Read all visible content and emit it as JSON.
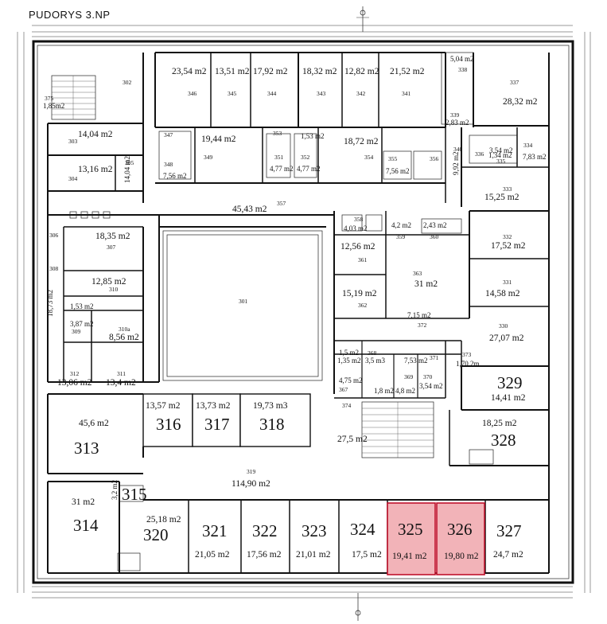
{
  "header": {
    "title": "PUDORYS 3.NP"
  },
  "colors": {
    "highlight_fill": "#f2b3b8",
    "highlight_stroke": "#c0122c",
    "line": "#111111"
  },
  "rooms": {
    "r346_area": "23,54 m2",
    "r346": "346",
    "r345_area": "13,51 m2",
    "r345": "345",
    "r344_area": "17,92 m2",
    "r344": "344",
    "r343_area": "18,32 m2",
    "r343": "343",
    "r342_area": "12,82 m2",
    "r342": "342",
    "r341_area": "21,52 m2",
    "r341": "341",
    "r337_area": "28,32 m2",
    "r337": "337",
    "r338_area": "5,04 m2",
    "r338": "338",
    "r339_area": "2,83 m2",
    "r339": "339",
    "r302": "302",
    "r375": "375",
    "r375_area": "1,85m2",
    "r303": "303",
    "r303_area": "14,04 m2",
    "r304": "304",
    "r304_area": "13,16 m2",
    "r305": "305",
    "r305_area": "14,04 m2",
    "r349": "349",
    "r349_area": "19,44 m2",
    "r347": "347",
    "r348": "348",
    "r348_area": "7,56 m2",
    "r351": "351",
    "r351_area": "4,77 m2",
    "r352": "352",
    "r352_area": "4,77 m2",
    "r353": "353",
    "r353_area": "1,53 m2",
    "r354": "354",
    "r354_area": "18,72 m2",
    "r355": "355",
    "r355_area": "7,56 m2",
    "r356": "356",
    "r340": "340",
    "r340_area": "9,92 m2",
    "r334": "334",
    "r334_area": "7,83 m2",
    "r335": "335",
    "r335_area": "3,54 m2",
    "r336": "336",
    "r336_area": "1,34 m2",
    "r333": "333",
    "r333_area": "15,25 m2",
    "r357": "357",
    "r357_area": "45,43 m2",
    "r358": "358",
    "r358_area": "4,03 m2",
    "r359": "359",
    "r359_area": "4,2 m2",
    "r360": "360",
    "r360_area": "2,43 m2",
    "r361": "361",
    "r361_area": "12,56 m2",
    "r363": "363",
    "r363_area": "31 m2",
    "r362": "362",
    "r362_area": "15,19 m2",
    "r372": "372",
    "r372_area": "7,15 m2",
    "r332": "332",
    "r332_area": "17,52 m2",
    "r331": "331",
    "r331_area": "14,58 m2",
    "r330": "330",
    "r330_area": "27,07 m2",
    "r301": "301",
    "r307": "307",
    "r307_area": "18,35 m2",
    "r306": "306",
    "r308": "308",
    "r309_area": "18,73 m2",
    "r310": "310",
    "r310_area": "12,85 m2",
    "r308b_area": "1,53 m2",
    "r309": "309",
    "r309_area2": "3,87 m2",
    "r310a": "310a",
    "r310a_area": "8,56 m2",
    "r312": "312",
    "r312_area": "13,06 m2",
    "r311": "311",
    "r311_area": "13,4 m2",
    "r313": "313",
    "r313_area": "45,6 m2",
    "r316": "316",
    "r316_area": "13,57 m2",
    "r317": "317",
    "r317_area": "13,73 m2",
    "r318": "318",
    "r318_area": "19,73 m3",
    "r364_area": "1,5 m2",
    "r365_area": "1,35 m2",
    "r368": "368",
    "r368_area": "3,5 m3",
    "r371": "371",
    "r371_area": "7,53 m2",
    "r373": "373",
    "r373_area": "1,70 2m",
    "r366_area": "4,75 m2",
    "r367": "367",
    "r369": "369",
    "r369_area": "1,8 m2",
    "r370": "370",
    "r370_area": "4,8 m2",
    "r370b_area": "3,54 m2",
    "r329": "329",
    "r329_area": "14,41 m2",
    "r328": "328",
    "r328_area": "18,25 m2",
    "r374": "374",
    "r374_area": "27,5 m2",
    "r319": "319",
    "r319_area": "114,90 m2",
    "r314": "314",
    "r314_area": "31 m2",
    "r315": "315",
    "r315_area": "3,2 m2",
    "r320": "320",
    "r320_area": "25,18 m2",
    "r321": "321",
    "r321_area": "21,05 m2",
    "r322": "322",
    "r322_area": "17,56 m2",
    "r323": "323",
    "r323_area": "21,01 m2",
    "r324": "324",
    "r324_area": "17,5 m2",
    "r325": "325",
    "r325_area": "19,41 m2",
    "r326": "326",
    "r326_area": "19,80 m2",
    "r327": "327",
    "r327_area": "24,7 m2"
  }
}
